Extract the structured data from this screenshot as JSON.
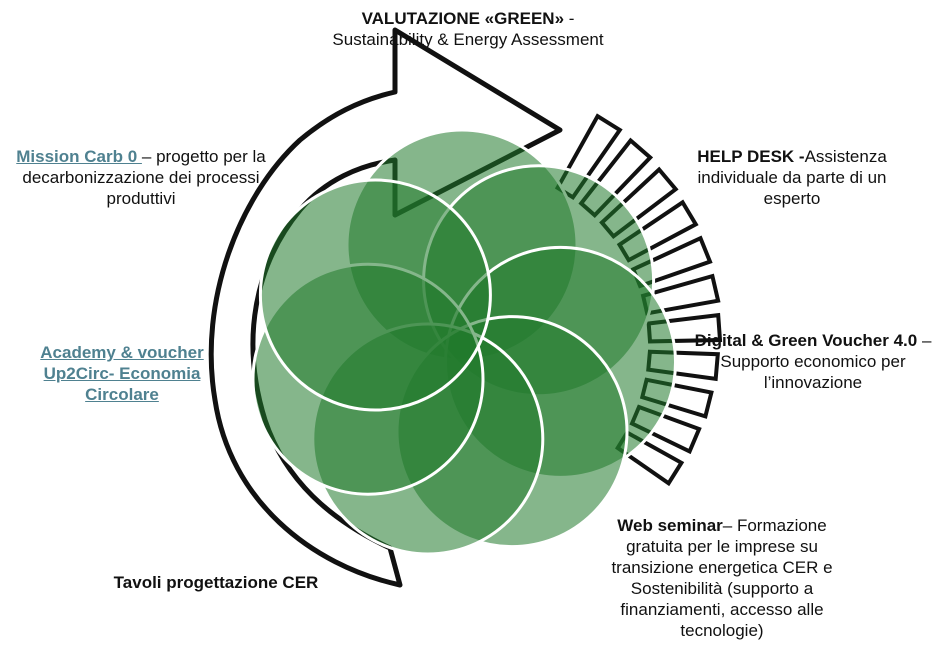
{
  "colors": {
    "petal_fill": "#217a2c",
    "petal_stroke": "#ffffff",
    "arrow_stroke": "#111111",
    "link": "#4f8190"
  },
  "labels": {
    "valutazione": {
      "title": "VALUTAZIONE «GREEN»",
      "text": " - Sustainability & Energy Assessment"
    },
    "mission": {
      "link": "Mission Carb 0 ",
      "text": "– progetto per la decarbonizzazione dei processi produttivi"
    },
    "helpdesk": {
      "title": "HELP DESK -",
      "text": "Assistenza individuale da parte di un esperto"
    },
    "academy": {
      "link": "Academy & voucher Up2Circ- Economia Circolare"
    },
    "voucher": {
      "title": "Digital  & Green Voucher 4.0",
      "text": " – Supporto economico per l’innovazione"
    },
    "webseminar": {
      "title": "Web seminar",
      "text": "– Formazione gratuita per le imprese su transizione energetica CER e Sostenibilità (supporto a finanziamenti, accesso alle tecnologie)"
    },
    "tavoli": {
      "title": "Tavoli progettazione CER"
    }
  }
}
